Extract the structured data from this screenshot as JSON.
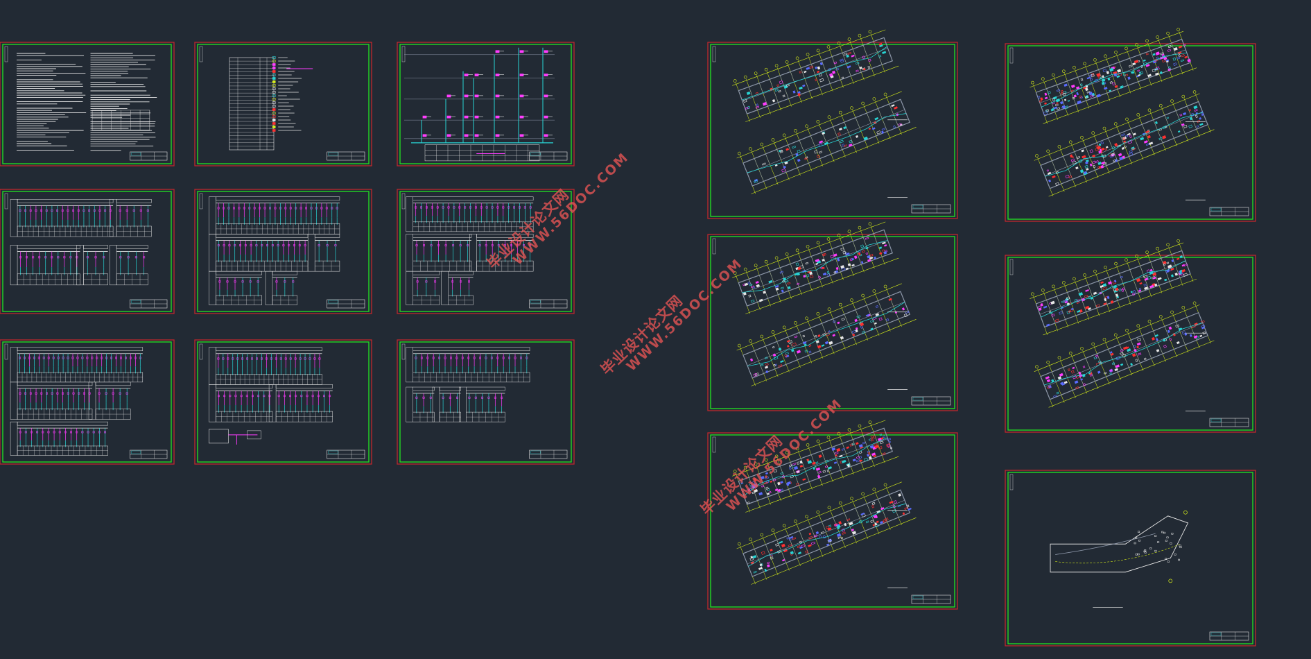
{
  "colors": {
    "background": "#222a34",
    "sheet_outer": "#c0272d",
    "sheet_inner": "#22e522",
    "line_white": "#e6e6e6",
    "line_yellow": "#d8ef1a",
    "line_cyan": "#28d4d4",
    "line_magenta": "#ff3cff",
    "line_red": "#ff3030",
    "line_blue": "#5a6cff",
    "line_gray": "#8c96a8",
    "watermark": "#e85454"
  },
  "watermarks": [
    {
      "cn": "毕业设计论文网",
      "url": "WWW.56DOC.COM"
    },
    {
      "cn": "毕业设计论文网",
      "url": "WWW.56DOC.COM"
    },
    {
      "cn": "毕业设计论文网",
      "url": "WWW.56DOC.COM"
    }
  ],
  "sheets": [
    {
      "id": "design-notes",
      "kind": "notes"
    },
    {
      "id": "legend-table",
      "kind": "legend"
    },
    {
      "id": "riser-diagram",
      "kind": "riser"
    },
    {
      "id": "schematic-1",
      "kind": "schematic"
    },
    {
      "id": "schematic-2",
      "kind": "schematic"
    },
    {
      "id": "schematic-3",
      "kind": "schematic"
    },
    {
      "id": "schematic-4",
      "kind": "schematic"
    },
    {
      "id": "schematic-5",
      "kind": "schematic"
    },
    {
      "id": "schematic-6",
      "kind": "schematic"
    },
    {
      "id": "floor-plan-1",
      "kind": "plan"
    },
    {
      "id": "floor-plan-2",
      "kind": "plan"
    },
    {
      "id": "floor-plan-3",
      "kind": "plan"
    },
    {
      "id": "floor-plan-4",
      "kind": "plan"
    },
    {
      "id": "floor-plan-5",
      "kind": "plan"
    },
    {
      "id": "site-plan",
      "kind": "site"
    }
  ]
}
